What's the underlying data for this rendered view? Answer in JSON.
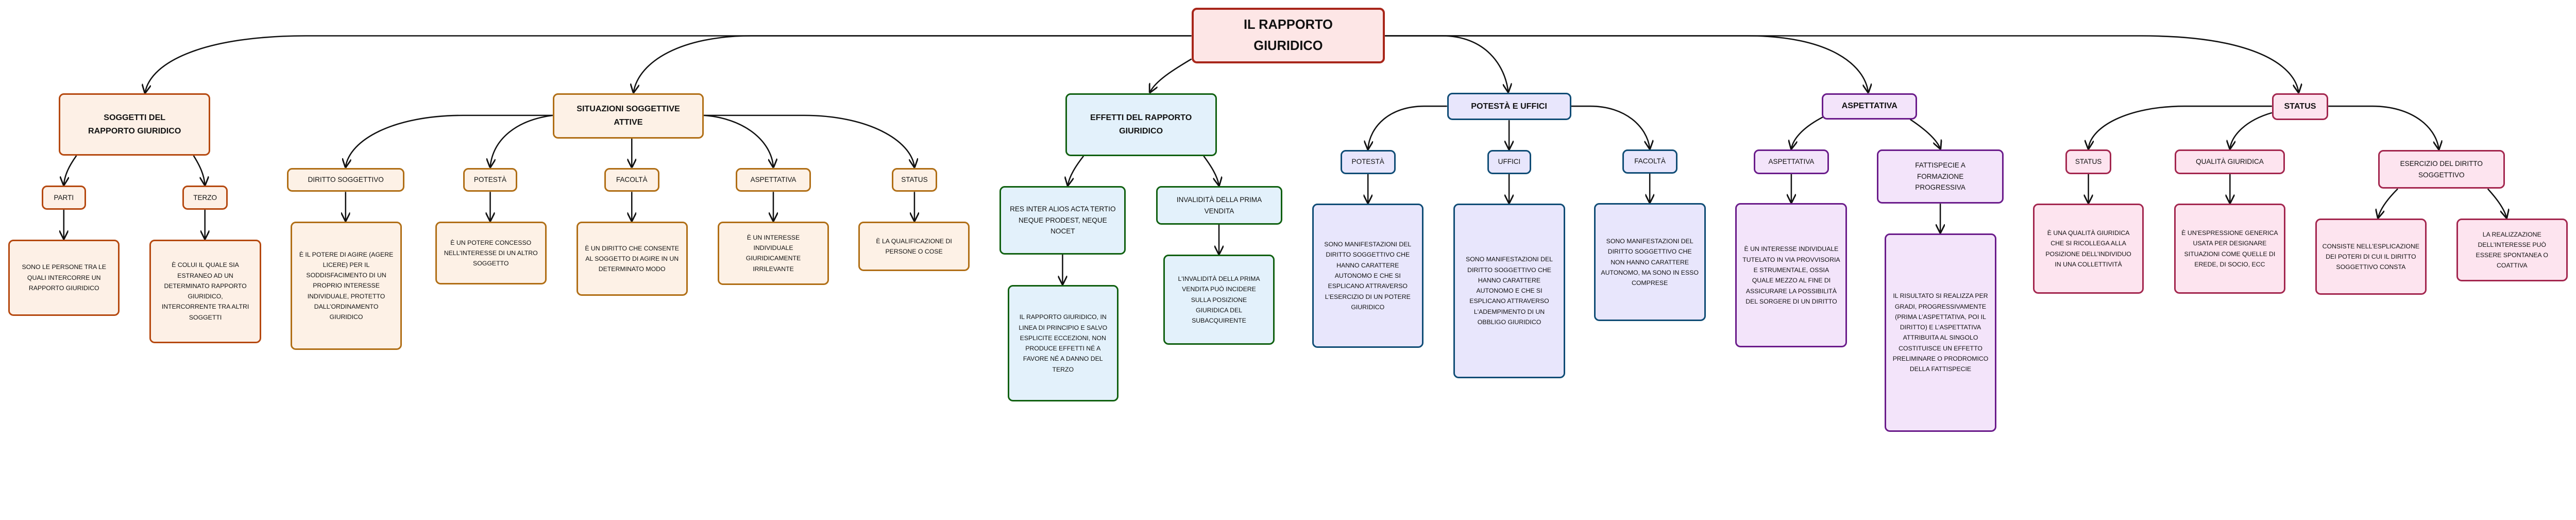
{
  "title": "IL RAPPORTO GIURIDICO",
  "root_colors": {
    "border": "#a8261a",
    "fill": "#fde6e6"
  },
  "branches": [
    {
      "title": "SOGGETTI DEL RAPPORTO GIURIDICO",
      "border": "#b5480f",
      "fill": "#fdf0e6",
      "children": [
        {
          "label": "PARTI",
          "description": "SONO LE PERSONE TRA LE QUALI INTERCORRE UN RAPPORTO GIURIDICO"
        },
        {
          "label": "TERZO",
          "description": "È COLUI IL QUALE SIA ESTRANEO AD UN DETERMINATO RAPPORTO GIURIDICO, INTERCORRENTE TRA ALTRI SOGGETTI"
        }
      ]
    },
    {
      "title": "SITUAZIONI SOGGETTIVE ATTIVE",
      "border": "#b06e15",
      "fill": "#fdf1e6",
      "children": [
        {
          "label": "DIRITTO SOGGETTIVO",
          "description": "È IL POTERE DI AGIRE (AGERE LICERE) PER IL SODDISFACIMENTO DI UN PROPRIO INTERESSE INDIVIDUALE, PROTETTO DALL’ORDINAMENTO GIURIDICO"
        },
        {
          "label": "POTESTÀ",
          "description": "È UN POTERE CONCESSO NELL’INTERESSE DI UN ALTRO SOGGETTO"
        },
        {
          "label": "FACOLTÀ",
          "description": "È UN DIRITTO CHE CONSENTE AL SOGGETTO DI AGIRE IN UN DETERMINATO MODO"
        },
        {
          "label": "ASPETTATIVA",
          "description": "È UN INTERESSE INDIVIDUALE GIURIDICAMENTE IRRILEVANTE"
        },
        {
          "label": "STATUS",
          "description": "È LA QUALIFICAZIONE DI PERSONE O COSE"
        }
      ]
    },
    {
      "title": "EFFETTI DEL RAPPORTO GIURIDICO",
      "border": "#106010",
      "fill": "#e3f1fb",
      "children": [
        {
          "label": "RES INTER ALIOS ACTA TERTIO NEQUE PRODEST, NEQUE NOCET",
          "description": "IL RAPPORTO GIURIDICO, IN LINEA DI PRINCIPIO E SALVO ESPLICITE ECCEZIONI, NON PRODUCE EFFETTI NÉ A FAVORE NÉ A DANNO DEL TERZO"
        },
        {
          "label": "INVALIDITÀ DELLA PRIMA VENDITA",
          "description": "L'INVALIDITÀ DELLA PRIMA VENDITA PUÒ INCIDERE SULLA POSIZIONE GIURIDICA DEL SUBACQUIRENTE"
        }
      ]
    },
    {
      "title": "POTESTÀ E UFFICI",
      "border": "#0f4c75",
      "fill": "#e8e6fc",
      "children": [
        {
          "label": "POTESTÀ",
          "description": "SONO MANIFESTAZIONI DEL DIRITTO SOGGETTIVO CHE HANNO CARATTERE AUTONOMO E CHE SI ESPLICANO ATTRAVERSO L'ESERCIZIO DI UN POTERE GIURIDICO"
        },
        {
          "label": "UFFICI",
          "description": "SONO MANIFESTAZIONI DEL DIRITTO SOGGETTIVO CHE HANNO CARATTERE AUTONOMO E CHE SI ESPLICANO ATTRAVERSO L'ADEMPIMENTO DI UN OBBLIGO GIURIDICO"
        },
        {
          "label": "FACOLTÀ",
          "description": "SONO MANIFESTAZIONI DEL DIRITTO SOGGETTIVO CHE NON HANNO CARATTERE AUTONOMO, MA SONO IN ESSO COMPRESE"
        }
      ]
    },
    {
      "title": "ASPETTATIVA",
      "border": "#6a1b8a",
      "fill": "#f3e4fa",
      "children": [
        {
          "label": "ASPETTATIVA",
          "description": "È UN INTERESSE INDIVIDUALE TUTELATO IN VIA PROVVISORIA E STRUMENTALE, OSSIA QUALE MEZZO AL FINE DI ASSICURARE LA POSSIBILITÀ DEL SORGERE DI UN DIRITTO"
        },
        {
          "label": "FATTISPECIE A FORMAZIONE PROGRESSIVA",
          "description": "IL RISULTATO SI REALIZZA PER GRADI, PROGRESSIVAMENTE (PRIMA L’ASPETTATIVA, POI IL DIRITTO) E L’ASPETTATIVA ATTRIBUITA AL SINGOLO COSTITUISCE UN EFFETTO PRELIMINARE O PRODROMICO DELLA FATTISPECIE"
        }
      ]
    },
    {
      "title": "STATUS",
      "border": "#a3264e",
      "fill": "#fde4ef",
      "children": [
        {
          "label": "STATUS",
          "description": "È UNA QUALITÀ GIURIDICA CHE SI RICOLLEGA ALLA POSIZIONE DELL’INDIVIDUO IN UNA COLLETTIVITÀ"
        },
        {
          "label": "QUALITÀ GIURIDICA",
          "description": "È UN'ESPRESSIONE GENERICA USATA PER DESIGNARE SITUAZIONI COME QUELLE DI EREDE, DI SOCIO, ECC"
        },
        {
          "label": "ESERCIZIO DEL DIRITTO SOGGETTIVO",
          "descriptions": [
            "CONSISTE NELL’ESPLICAZIONE DEI POTERI DI CUI IL DIRITTO SOGGETTIVO CONSTA",
            "LA REALIZZAZIONE DELL’INTERESSE PUÒ ESSERE SPONTANEA O COATTIVA"
          ]
        }
      ]
    }
  ]
}
